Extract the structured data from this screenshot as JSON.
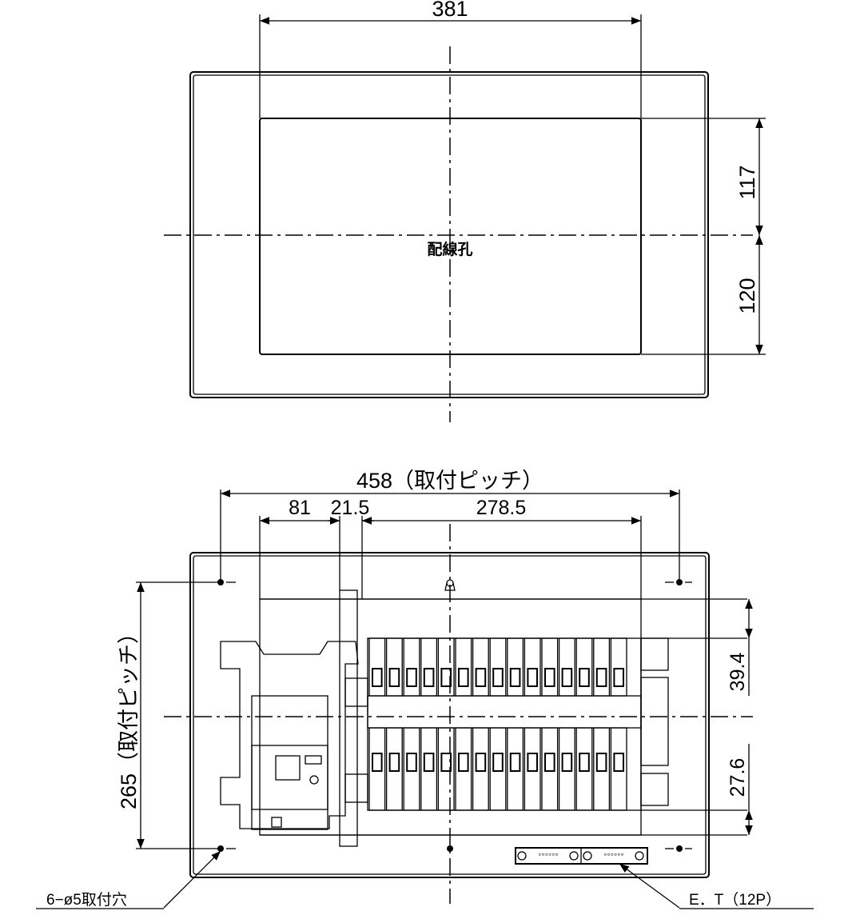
{
  "top_view": {
    "width_dim": "381",
    "height_upper_dim": "117",
    "height_lower_dim": "120",
    "center_label": "配線孔"
  },
  "front_view": {
    "pitch_width_dim": "458（取付ピッチ）",
    "left_dim": "81",
    "gap_dim": "21.5",
    "breaker_width_dim": "278.5",
    "pitch_height_dim": "265（取付ピッチ）",
    "upper_margin_dim": "39.4",
    "lower_margin_dim": "27.6",
    "mount_hole_label": "6−ø5取付穴",
    "terminal_label": "E．T（12P）"
  }
}
